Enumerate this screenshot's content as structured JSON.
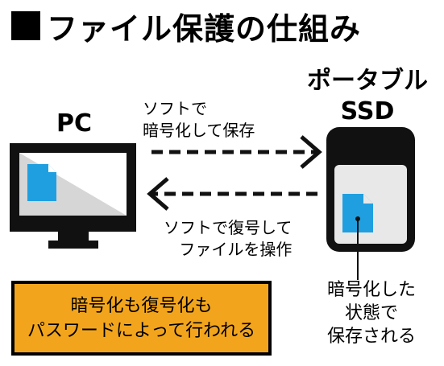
{
  "title": "ファイル保護の仕組み",
  "pc": {
    "label": "PC"
  },
  "ssd": {
    "label_line1": "ポータブル",
    "label_line2": "SSD"
  },
  "arrow_right": {
    "line1": "ソフトで",
    "line2": "暗号化して保存"
  },
  "arrow_left": {
    "line1": "ソフトで復号して",
    "line2": "ファイルを操作"
  },
  "ssd_note": {
    "line1": "暗号化した",
    "line2": "状態で",
    "line3": "保存される"
  },
  "note_box": {
    "line1": "暗号化も復号化も",
    "line2": "パスワードによって行われる"
  },
  "colors": {
    "file_icon": "#1f9fe0",
    "note_box": "#f2a51c",
    "screen": "#e6e6e6",
    "ssd_body": "#e8e8e8"
  },
  "icons": [
    "monitor-icon",
    "portable-ssd-icon",
    "file-icon"
  ]
}
